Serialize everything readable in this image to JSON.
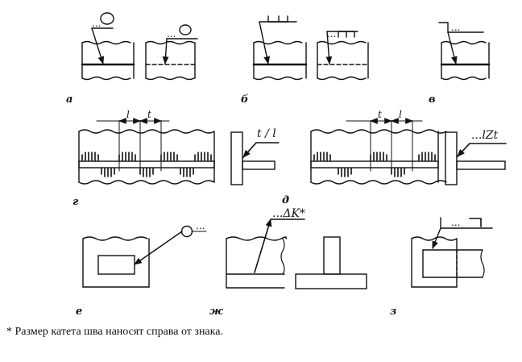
{
  "captions": [
    "а",
    "б",
    "в",
    "г",
    "д",
    "е",
    "ж",
    "з"
  ],
  "labels": {
    "g_dim_l": "l",
    "g_dim_t": "t",
    "g_symbol": "t / l",
    "d_dim_t": "t",
    "d_dim_l": "l",
    "d_symbol": "...lZt",
    "e_dots": "...",
    "zh_symbol": "...ΔK*",
    "z_dots": "..."
  },
  "footnote": "* Размер катета шва наносят справа от знака."
}
